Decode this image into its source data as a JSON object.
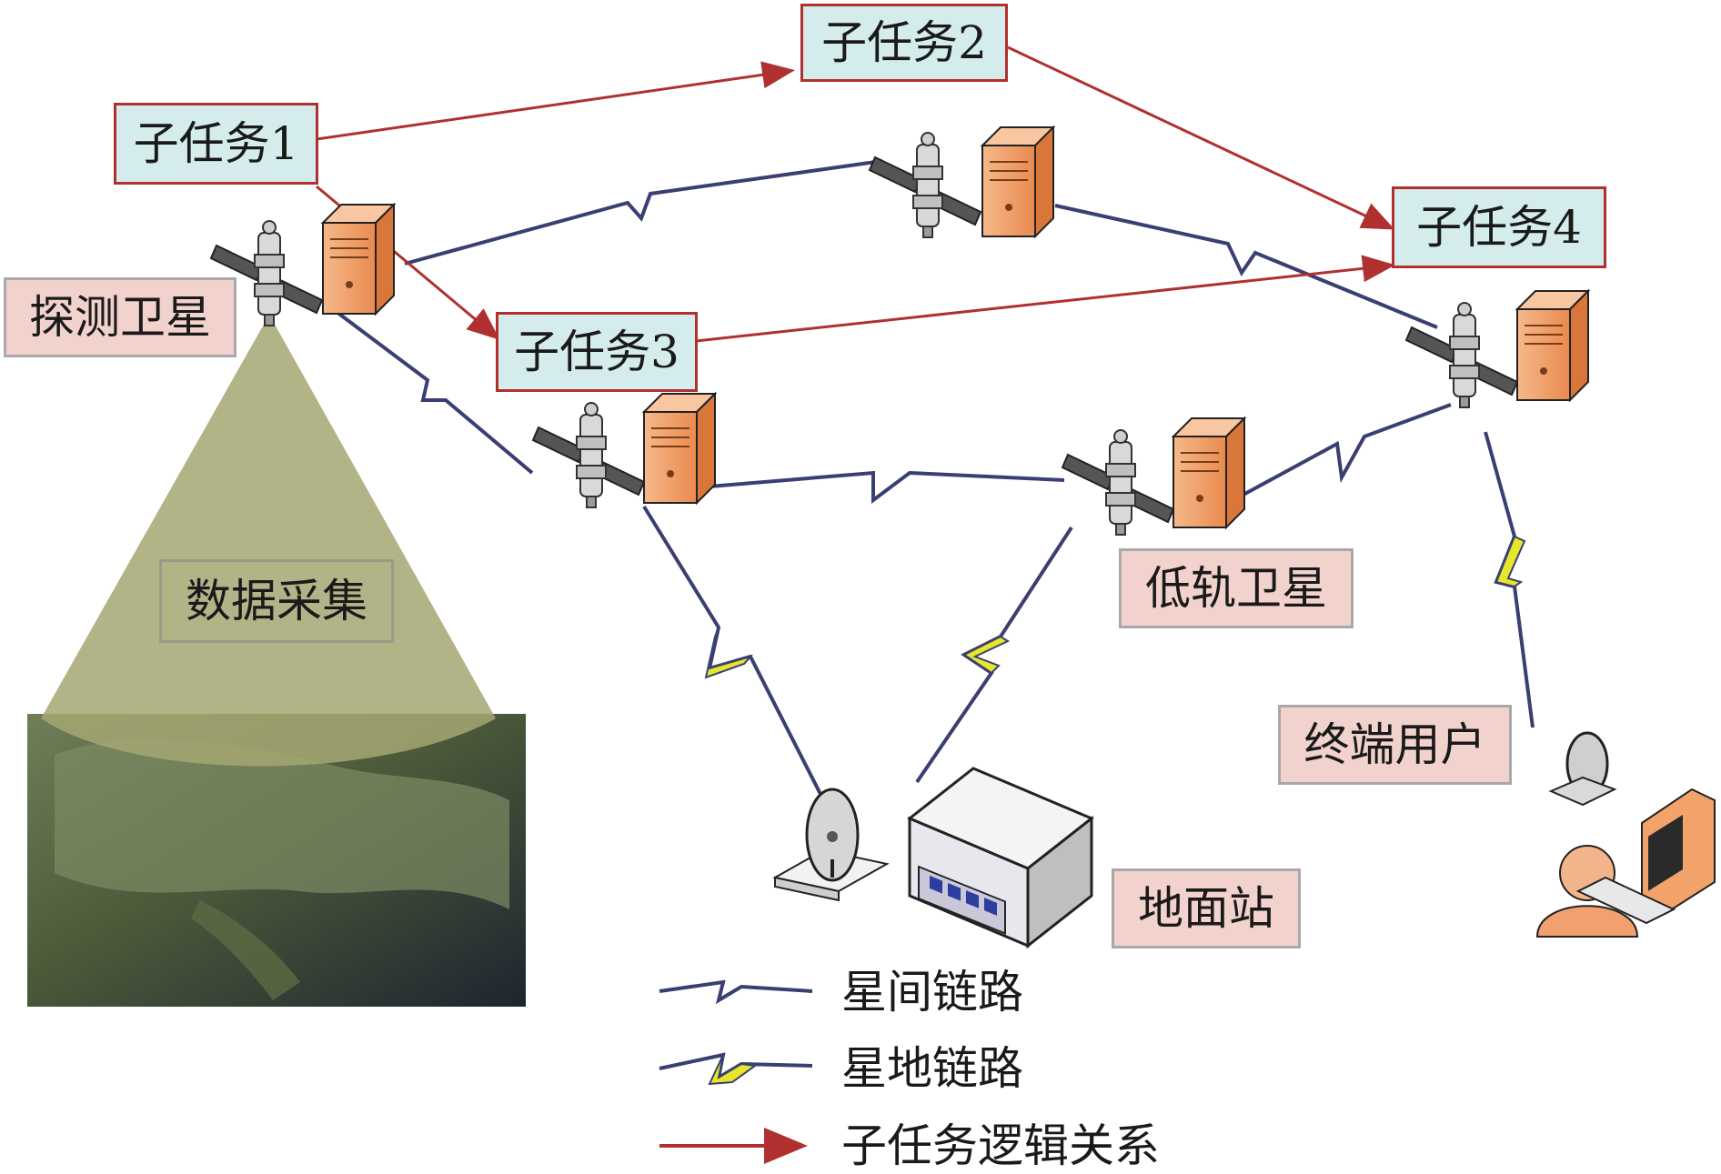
{
  "tasks": {
    "t1": "子任务1",
    "t2": "子任务2",
    "t3": "子任务3",
    "t4": "子任务4"
  },
  "labels": {
    "detect_sat": "探测卫星",
    "data_collect": "数据采集",
    "leo_sat": "低轨卫星",
    "ground_station": "地面站",
    "terminal_user": "终端用户"
  },
  "legend": {
    "inter_sat": "星间链路",
    "sat_ground": "星地链路",
    "task_logic": "子任务逻辑关系"
  },
  "colors": {
    "task_arrow": "#b03030",
    "inter_sat_link": "#3a3f73",
    "sat_ground_link": "#e6e62a",
    "task_box_fill": "#d5ecec",
    "label_box_fill": "#f2d2cc",
    "server_orange": "#f2a36a"
  }
}
